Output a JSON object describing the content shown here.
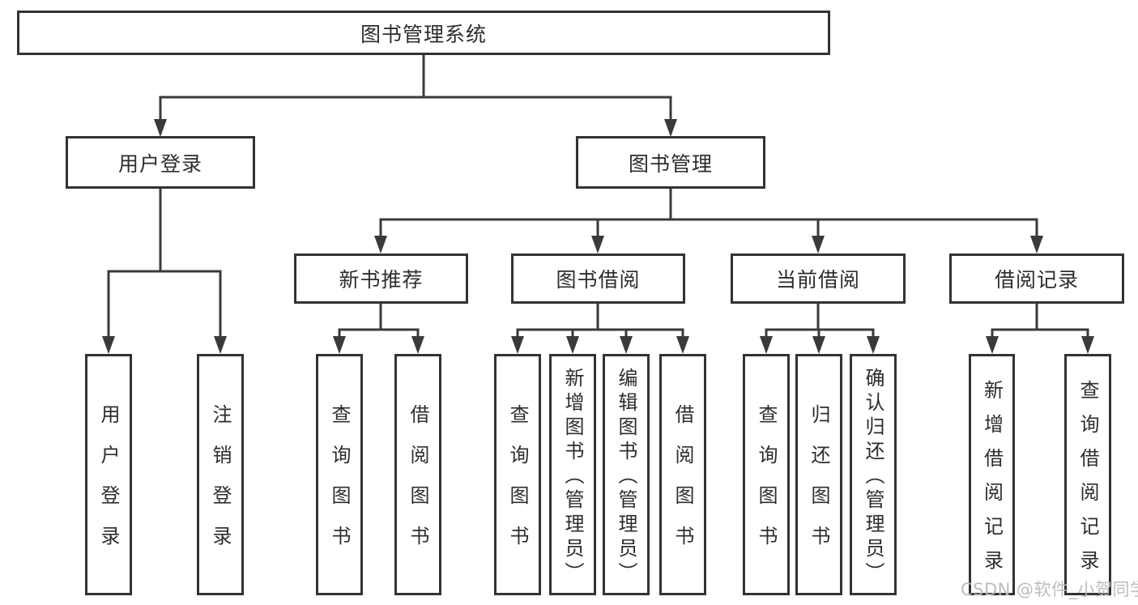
{
  "tree": {
    "label": "图书管理系统",
    "children": [
      {
        "label": "用户登录",
        "children": [
          {
            "label": "用户登录"
          },
          {
            "label": "注销登录"
          }
        ]
      },
      {
        "label": "图书管理",
        "children": [
          {
            "label": "新书推荐",
            "children": [
              {
                "label": "查询图书"
              },
              {
                "label": "借阅图书"
              }
            ]
          },
          {
            "label": "图书借阅",
            "children": [
              {
                "label": "查询图书"
              },
              {
                "label": "新增图书（管理员）"
              },
              {
                "label": "编辑图书（管理员）"
              },
              {
                "label": "借阅图书"
              }
            ]
          },
          {
            "label": "当前借阅",
            "children": [
              {
                "label": "查询图书"
              },
              {
                "label": "归还图书"
              },
              {
                "label": "确认归还（管理员）"
              }
            ]
          },
          {
            "label": "借阅记录",
            "children": [
              {
                "label": "新增借阅记录"
              },
              {
                "label": "查询借阅记录"
              }
            ]
          }
        ]
      }
    ]
  },
  "watermark": "CSDN @软件_小贺同学",
  "colors": {
    "line": "#3a3a3a",
    "box_border": "#333333",
    "text": "#2d2d2d",
    "watermark": "#b9b9b9",
    "background": "#ffffff"
  }
}
